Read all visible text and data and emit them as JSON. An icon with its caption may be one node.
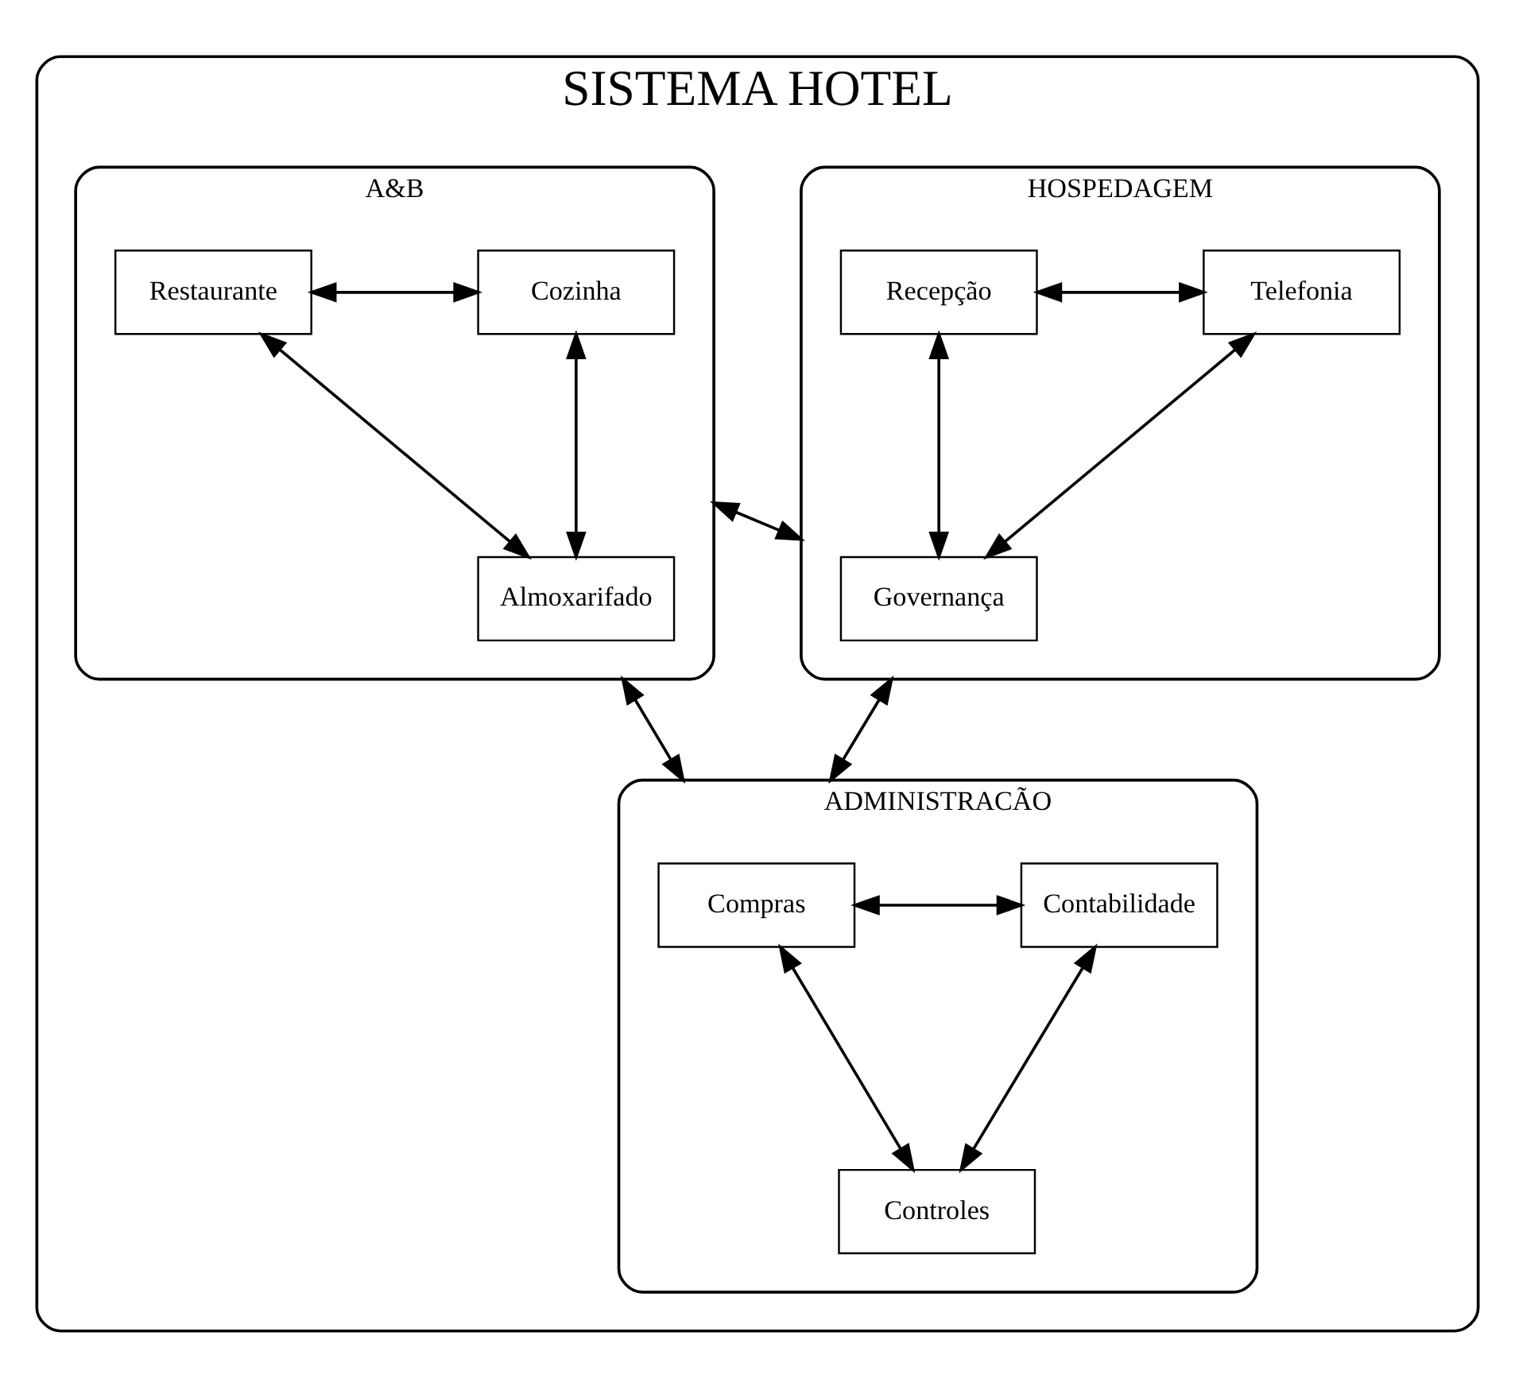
{
  "diagram": {
    "nodes": [
      {
        "text": [
          "SISTEMA HOTEL"
        ]
      },
      {
        "text": [
          "HOSPEDAGEM"
        ],
        "in": 0
      },
      {
        "text": [
          "Recepção"
        ],
        "in": 1
      },
      {
        "text": [
          "Telefonia"
        ],
        "in": 1
      },
      {
        "text": [
          "Governança"
        ],
        "in": 1
      },
      {
        "text": [
          "A&B"
        ],
        "in": 0
      },
      {
        "text": [
          "Restaurante"
        ],
        "in": 5
      },
      {
        "text": [
          "Cozinha"
        ],
        "in": 5
      },
      {
        "text": [
          "Almoxarifado"
        ],
        "in": 5
      },
      {
        "text": [
          "ADMINISTRACÃO"
        ],
        "in": 0
      },
      {
        "text": [
          "Compras"
        ],
        "in": 9
      },
      {
        "text": [
          "Contabilidade"
        ],
        "in": 9
      },
      {
        "text": [
          "Controles"
        ],
        "in": 9
      }
    ],
    "edges": [
      {
        "from": 2,
        "to": 3,
        "arrow": "both"
      },
      {
        "from": 2,
        "to": 4,
        "arrow": "both"
      },
      {
        "from": 3,
        "to": 4,
        "arrow": "both"
      },
      {
        "from": 6,
        "to": 7,
        "arrow": "both"
      },
      {
        "from": 6,
        "to": 8,
        "arrow": "both"
      },
      {
        "from": 7,
        "to": 8,
        "arrow": "both"
      },
      {
        "from": 10,
        "to": 11,
        "arrow": "both"
      },
      {
        "from": 10,
        "to": 12,
        "arrow": "both"
      },
      {
        "from": 11,
        "to": 12,
        "arrow": "both"
      },
      {
        "from": 1,
        "to": 5,
        "arrow": "both"
      },
      {
        "from": 1,
        "to": 9,
        "arrow": "both"
      },
      {
        "from": 5,
        "to": 9,
        "arrow": "both"
      }
    ]
  }
}
